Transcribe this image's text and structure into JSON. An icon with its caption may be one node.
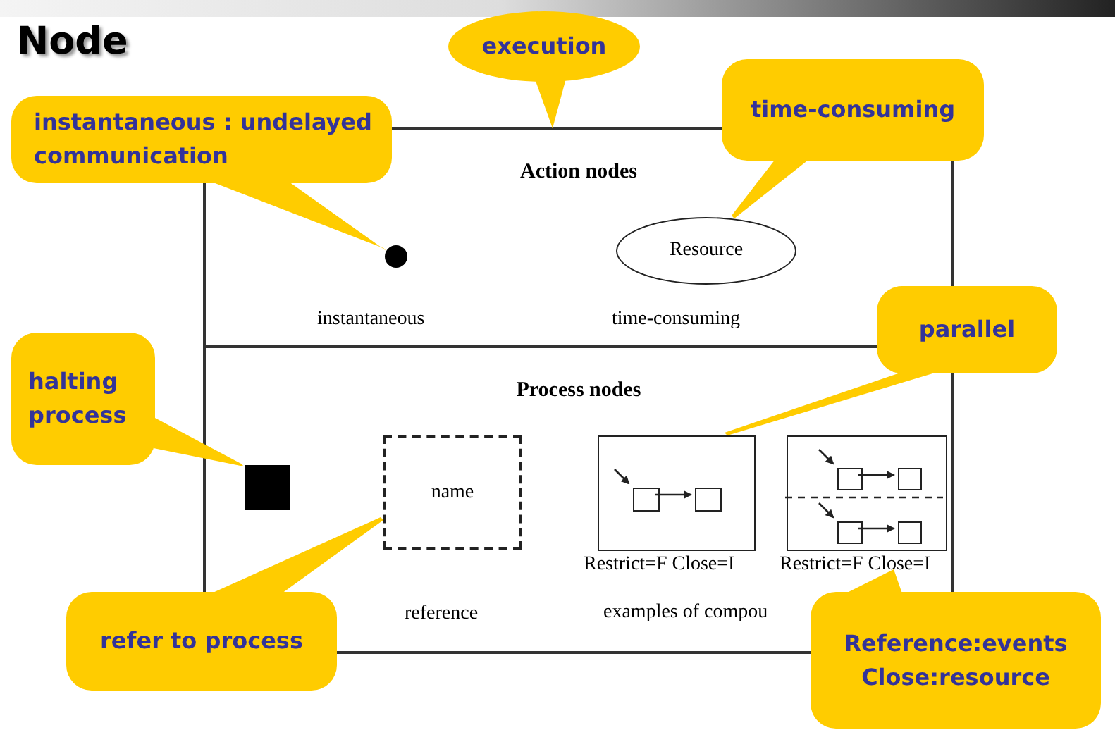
{
  "diagram": {
    "title": "Node",
    "nodes": [
      {
        "text": [
          "execution"
        ]
      },
      {
        "text": [
          "instantaneous : undelayed communication"
        ]
      },
      {
        "text": [
          "time-consuming"
        ]
      },
      {
        "text": [
          "halting process"
        ]
      },
      {
        "text": [
          "parallel"
        ]
      },
      {
        "text": [
          "refer to process"
        ]
      },
      {
        "text": [
          "Reference:events Close:resource"
        ]
      },
      {
        "text": [
          "Action nodes"
        ]
      },
      {
        "text": [
          "Process nodes"
        ]
      },
      {
        "text": [],
        "shape": "circle",
        "in": 7,
        "beside": [
          "instantaneous"
        ]
      },
      {
        "text": [
          "Resource"
        ],
        "in": 7,
        "beside": [
          "time-consuming"
        ]
      },
      {
        "text": [],
        "shape": "box",
        "in": 8
      },
      {
        "text": [
          "name"
        ],
        "in": 8,
        "beside": [
          "reference"
        ]
      },
      {
        "text": [],
        "shape": "box",
        "in": 8,
        "beside": [
          "Restrict=F Close=I"
        ]
      },
      {
        "text": [],
        "shape": "box",
        "in": 8,
        "beside": [
          "Restrict=F Close=I"
        ]
      },
      {
        "text": [],
        "shape": "box",
        "in": 13
      },
      {
        "text": [],
        "shape": "box",
        "in": 13
      },
      {
        "text": [],
        "shape": "box",
        "in": 14
      },
      {
        "text": [],
        "shape": "box",
        "in": 14
      },
      {
        "text": [],
        "shape": "box",
        "in": 14
      },
      {
        "text": [],
        "shape": "box",
        "in": 14
      }
    ],
    "edges": [
      {
        "from": 0,
        "to": 7,
        "arrow": "to"
      },
      {
        "from": 1,
        "to": 9,
        "arrow": "none"
      },
      {
        "from": 2,
        "to": 10,
        "arrow": "none"
      },
      {
        "from": 3,
        "to": 11,
        "arrow": "none"
      },
      {
        "from": 4,
        "to": 13,
        "arrow": "none"
      },
      {
        "from": 5,
        "to": 12,
        "arrow": "none"
      },
      {
        "from": 6,
        "to": null,
        "arrow": "to"
      },
      {
        "from": null,
        "to": 15,
        "arrow": "to"
      },
      {
        "from": 15,
        "to": 16,
        "arrow": "to"
      },
      {
        "from": null,
        "to": 17,
        "arrow": "to"
      },
      {
        "from": 17,
        "to": 18,
        "arrow": "to"
      },
      {
        "from": null,
        "to": 19,
        "arrow": "to"
      },
      {
        "from": 19,
        "to": 20,
        "arrow": "to"
      }
    ],
    "labels": [
      "examples of compou"
    ]
  }
}
